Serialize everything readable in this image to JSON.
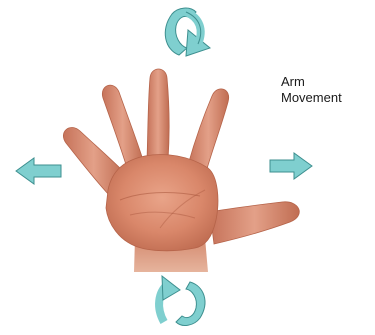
{
  "diagram": {
    "label_line_1": "Arm",
    "label_line_2": "Movement",
    "arrow_fill": "#7fcfcf",
    "arrow_stroke": "#3d8f8f",
    "skin_base": "#d9876a",
    "skin_shadow": "#b45f45",
    "skin_highlight": "#eab09a",
    "arrows": [
      {
        "name": "rotate-top",
        "direction": "rotate"
      },
      {
        "name": "left",
        "direction": "left"
      },
      {
        "name": "right",
        "direction": "right"
      },
      {
        "name": "rotate-bottom",
        "direction": "rotate"
      }
    ]
  }
}
